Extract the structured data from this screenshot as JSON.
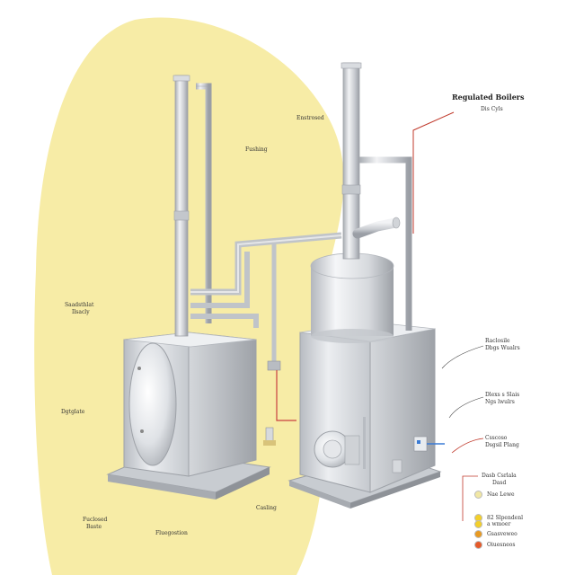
{
  "title": "Regulated Boilers",
  "subtitle": "Dis Cyls",
  "labels": {
    "l1": "Enstrosed",
    "l2": "Fushing",
    "l3": "Saadsthlat",
    "l3b": "Ilsacly",
    "l4": "Dgtglate",
    "l5": "Fuclosed",
    "l5b": "Baste",
    "l6": "Fluegostion",
    "l7": "Casling",
    "r1": "Raclosile",
    "r1b": "Dbgs Wualrs",
    "r2": "Dlexs s Slais",
    "r2b": "Ngs lwulrs",
    "r3": "Csscoso",
    "r3b": "Dsgsil Plang",
    "r4": "Dasb Csrlala",
    "r4b": "Dasd"
  },
  "legend": [
    {
      "label": "Nae Lewe",
      "color": "#f1e7a4"
    },
    {
      "label": "82 Slpendenl",
      "color": "#f3cf2a"
    },
    {
      "label": "a wmoer",
      "color": "#f3cf2a"
    },
    {
      "label": "Gsasveweo",
      "color": "#e89a22"
    },
    {
      "label": "Oiuesneos",
      "color": "#e55a2a"
    }
  ]
}
